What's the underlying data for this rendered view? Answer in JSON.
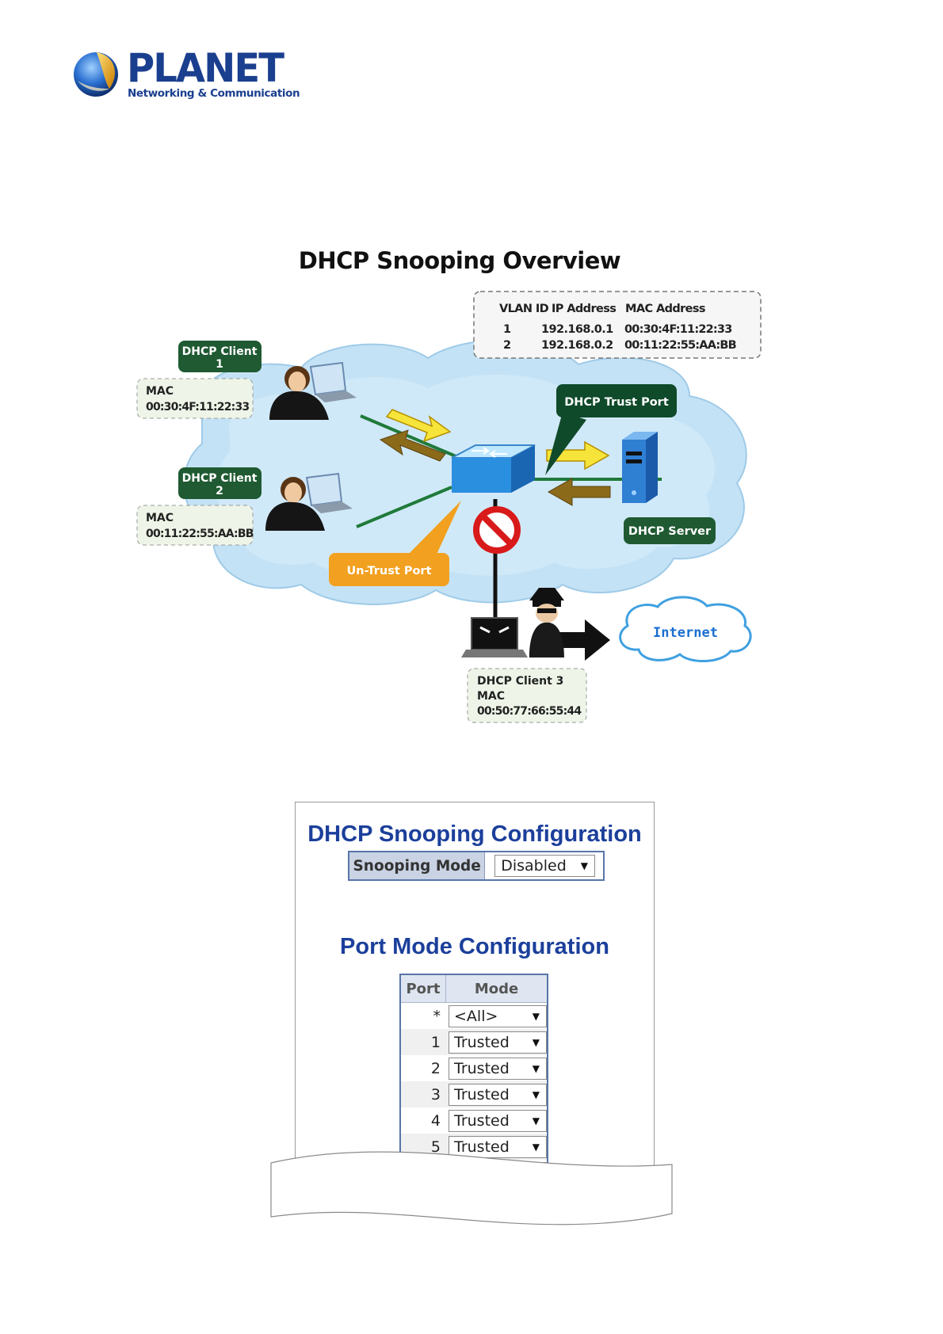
{
  "logo": {
    "name": "PLANET",
    "tagline": "Networking & Communication"
  },
  "overview": {
    "title": "DHCP Snooping Overview",
    "table": {
      "headers": [
        "VLAN ID",
        "IP Address",
        "MAC Address"
      ],
      "rows": [
        {
          "vlan": "1",
          "ip": "192.168.0.1",
          "mac": "00:30:4F:11:22:33"
        },
        {
          "vlan": "2",
          "ip": "192.168.0.2",
          "mac": "00:11:22:55:AA:BB"
        }
      ]
    },
    "client1": {
      "label_line1": "DHCP Client",
      "label_line2": "1",
      "mac_label": "MAC",
      "mac": "00:30:4F:11:22:33"
    },
    "client2": {
      "label_line1": "DHCP Client",
      "label_line2": "2",
      "mac_label": "MAC",
      "mac": "00:11:22:55:AA:BB"
    },
    "client3": {
      "label": "DHCP Client 3",
      "mac_label": "MAC",
      "mac": "00:50:77:66:55:44"
    },
    "trust_port": "DHCP Trust Port",
    "untrust_port": "Un-Trust Port",
    "server": "DHCP Server",
    "internet": "Internet"
  },
  "config": {
    "title": "DHCP Snooping Configuration",
    "snooping_mode_label": "Snooping Mode",
    "snooping_mode_value": "Disabled",
    "port_title": "Port Mode Configuration",
    "port_headers": {
      "port": "Port",
      "mode": "Mode"
    },
    "ports": [
      {
        "port": "*",
        "mode": "<All>"
      },
      {
        "port": "1",
        "mode": "Trusted"
      },
      {
        "port": "2",
        "mode": "Trusted"
      },
      {
        "port": "3",
        "mode": "Trusted"
      },
      {
        "port": "4",
        "mode": "Trusted"
      },
      {
        "port": "5",
        "mode": "Trusted"
      }
    ]
  },
  "colors": {
    "brand": "#1b3f8f",
    "label_green": "#1f5a32",
    "trust_port": "#0f4a2a",
    "untrust_port": "#f2a01f",
    "cloud": "#bfe0f4",
    "config_title": "#1b3f9b"
  }
}
